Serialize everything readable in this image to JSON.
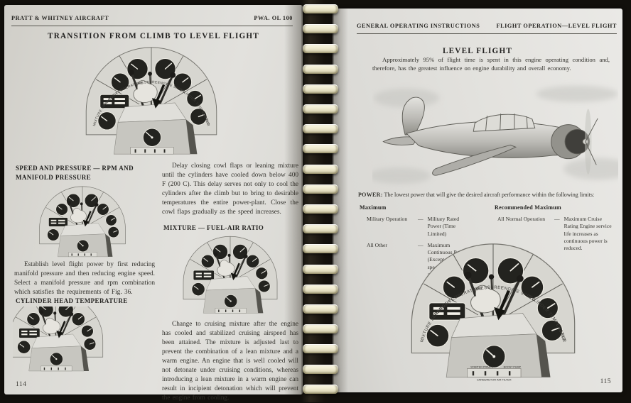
{
  "left_page": {
    "header_left": "PRATT & WHITNEY AIRCRAFT",
    "header_right": "PWA. OL 100",
    "title": "TRANSITION FROM CLIMB TO LEVEL FLIGHT",
    "col1": {
      "heading_speed_pressure": "SPEED AND PRESSURE — RPM AND MANIFOLD PRESSURE",
      "para_establish": "Establish level flight power by first reducing manifold pressure and then reducing engine speed. Select a manifold pressure and rpm combination which satisfies the requirements of Fig. 36.",
      "heading_cylinder": "CYLINDER HEAD TEMPERATURE"
    },
    "col2": {
      "para_delay": "Delay closing cowl flaps or leaning mixture until the cylinders have cooled down below 400 F (200 C). This delay serves not only to cool the cylinders after the climb but to bring to desirable temperatures the entire power-plant. Close the cowl flaps gradually as the speed increases.",
      "heading_mixture": "MIXTURE — FUEL-AIR RATIO",
      "para_change": "Change to cruising mixture after the engine has cooled and stabilized cruising airspeed has been attained. The mixture is adjusted last to prevent the combination of a lean mixture and a warm engine. An engine that is well cooled will not detonate under cruising conditions, whereas introducing a lean mixture in a warm engine can result in incipient detonation which will prevent the engine from cooling."
    },
    "page_number": "114"
  },
  "right_page": {
    "header_left": "GENERAL OPERATING INSTRUCTIONS",
    "header_right": "FLIGHT OPERATION—LEVEL FLIGHT",
    "title": "LEVEL FLIGHT",
    "intro": "Approximately 95% of flight time is spent in this engine operating condition and, therefore, has the greatest influence on engine durability and overall economy.",
    "power_label": "POWER:",
    "power_text": "The lowest power that will give the desired aircraft performance within the following limits:",
    "limits": {
      "col1_heading": "Maximum",
      "col2_heading": "Recommended Maximum",
      "rows1": [
        {
          "term": "Military Operation",
          "dash": "—",
          "def": "Military Rated Power (Time Limited)"
        },
        {
          "term": "All Other",
          "dash": "—",
          "def": "Maximum Continuous Power (Except where special ratings apply)"
        }
      ],
      "rows2": [
        {
          "term": "All Normal Operation",
          "dash": "—",
          "def": "Maximum Cruise Rating Engine service life increases as continuous power is reduced."
        }
      ]
    },
    "page_number": "115"
  },
  "panel_labels": {
    "mixture": "MIXTURE STRENGTH",
    "charge": "CHARGE TEMPERATURE",
    "pressure": "PRESSURE",
    "engine_speed": "ENGINE SPEED",
    "cylinder": "CYLINDER TEMPERATURE",
    "lubrication": "LUBRICATION",
    "console_left": "STARTER PRIMER",
    "console_right": "BOOST PUMP",
    "console_bottom": "CARBURETOR AIR FILTER"
  }
}
